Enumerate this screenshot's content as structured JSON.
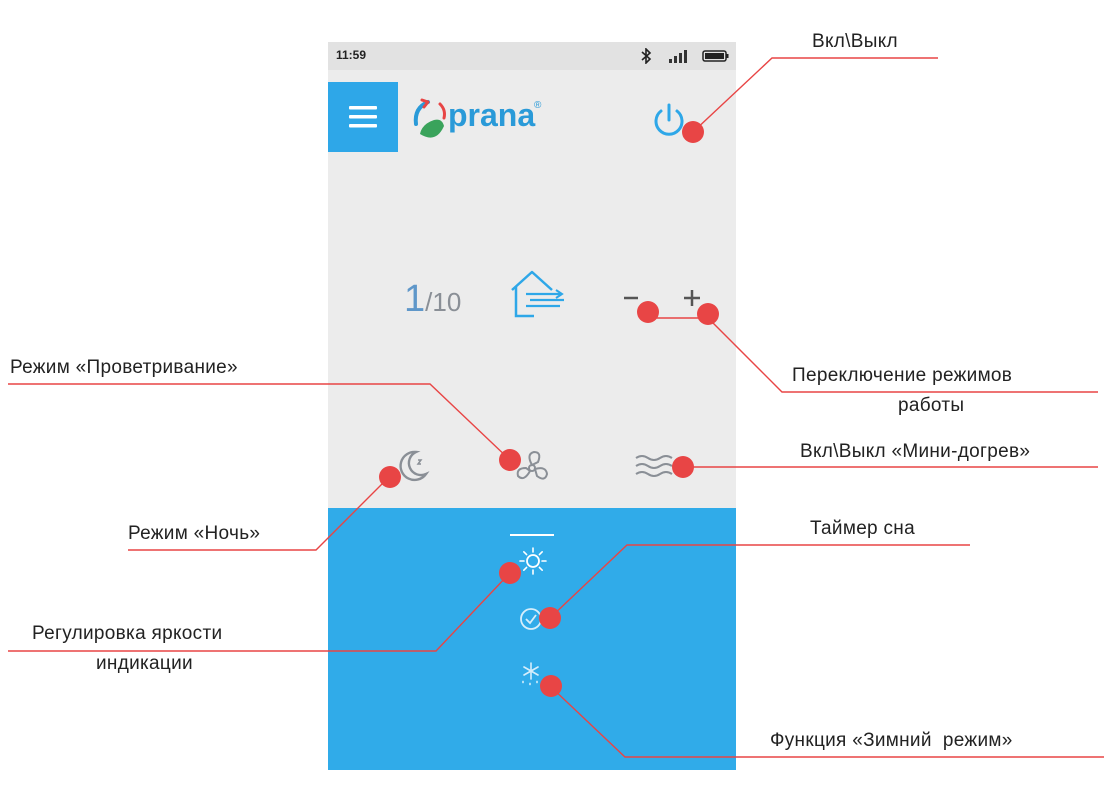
{
  "status_bar": {
    "time": "11:59",
    "icons": [
      "bluetooth-icon",
      "signal-icon",
      "battery-icon"
    ]
  },
  "app_bar": {
    "logo_text": "prana",
    "logo_mark": "®",
    "icons": [
      "menu-icon",
      "power-icon"
    ]
  },
  "controls": {
    "speed_current": "1",
    "speed_max": "/10",
    "minus_label": "−",
    "plus_label": "+",
    "icons": [
      "house-airflow-icon",
      "moon-icon",
      "fan-icon",
      "waves-icon"
    ]
  },
  "bottom_panel": {
    "icons": [
      "sun-brightness-icon",
      "clock-check-icon",
      "snowflake-icon"
    ]
  },
  "callouts": {
    "power": "Вкл\\Выкл",
    "mode_switch_line1": "Переключение режимов",
    "mode_switch_line2": "работы",
    "ventilation": "Режим «Проветривание»",
    "mini_heat": "Вкл\\Выкл «Мини-догрев»",
    "night": "Режим «Ночь»",
    "sleep_timer": "Таймер сна",
    "brightness_line1": "Регулировка яркости",
    "brightness_line2": "индикации",
    "winter": "Функция «Зимний  режим»"
  },
  "colors": {
    "accent_blue": "#30abe9",
    "app_background": "#ececec",
    "callout_red": "#e84545",
    "logo_green": "#3aa35b",
    "logo_blue": "#2a9ad8",
    "icon_gray": "#8a8f96"
  }
}
